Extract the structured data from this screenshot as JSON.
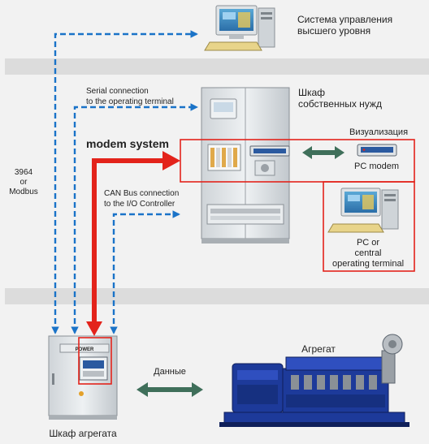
{
  "labels": {
    "top_system_line1": "Система управления",
    "top_system_line2": "высшего уровня",
    "serial_line1": "Serial connection",
    "serial_line2": "to the operating terminal",
    "cabinet_aux_line1": "Шкаф",
    "cabinet_aux_line2": "собственных нужд",
    "modem_system": "modem system",
    "visualization": "Визуализация",
    "pc_modem": "PC modem",
    "protocol_line1": "3964",
    "protocol_line2": "or",
    "protocol_line3": "Modbus",
    "canbus_line1": "CAN Bus connection",
    "canbus_line2": "to the I/O Controller",
    "pc_terminal_line1": "PC or",
    "pc_terminal_line2": "central",
    "pc_terminal_line3": "operating terminal",
    "data_label": "Данные",
    "genset_label": "Агрегат",
    "genset_cabinet_label": "Шкаф агрегата",
    "panel_brand": "POWER"
  },
  "colors": {
    "background": "#f2f2f2",
    "band": "#dcdcdc",
    "dashed_arrow": "#1a73c8",
    "modem_arrow": "#e3231b",
    "data_arrow": "#3f6f5a",
    "highlight_box": "#e3231b",
    "engine_blue": "#1d3a9a"
  },
  "icons": {
    "top_computer": "desktop-computer-icon",
    "pc_terminal": "desktop-computer-icon",
    "pc_modem": "modem-icon",
    "aux_cabinet": "electrical-cabinet-icon",
    "genset_cabinet": "control-cabinet-icon",
    "genset": "gas-engine-generator-icon"
  }
}
